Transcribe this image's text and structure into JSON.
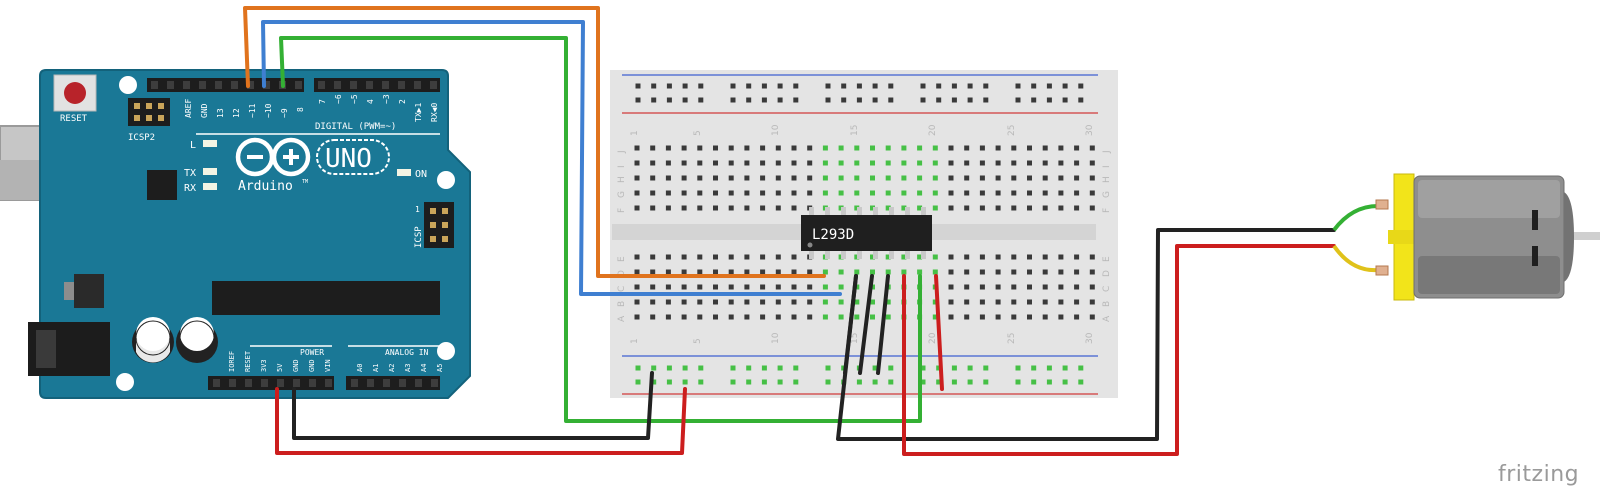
{
  "arduino": {
    "brand": "Arduino",
    "trademark": "TM",
    "model": "UNO",
    "reset_label": "RESET",
    "icsp2_label": "ICSP2",
    "icsp_label": "ICSP",
    "icsp_pin1": "1",
    "digital_label": "DIGITAL (PWM=~)",
    "power_label": "POWER",
    "analog_label": "ANALOG IN",
    "led_l": "L",
    "led_tx": "TX",
    "led_rx": "RX",
    "led_on": "ON",
    "digital_pins": [
      "AREF",
      "GND",
      "13",
      "12",
      "~11",
      "~10",
      "~9",
      "8",
      "7",
      "~6",
      "~5",
      "4",
      "~3",
      "2",
      "TX▶1",
      "RX◀0"
    ],
    "power_pins": [
      "IOREF",
      "RESET",
      "3V3",
      "5V",
      "GND",
      "GND",
      "VIN"
    ],
    "analog_pins": [
      "A0",
      "A1",
      "A2",
      "A3",
      "A4",
      "A5"
    ]
  },
  "breadboard": {
    "column_numbers": [
      "1",
      "5",
      "10",
      "15",
      "20",
      "25",
      "30"
    ],
    "top_rows": [
      "J",
      "I",
      "H",
      "G",
      "F"
    ],
    "bottom_rows": [
      "E",
      "D",
      "C",
      "B",
      "A"
    ]
  },
  "chip": {
    "label": "L293D"
  },
  "motor": {
    "type": "DC motor"
  },
  "wires": [
    {
      "from": "pin ~11",
      "to": "L293D input 1",
      "color": "#e0731d"
    },
    {
      "from": "pin ~10",
      "to": "L293D input 2",
      "color": "#3f7fd1"
    },
    {
      "from": "pin ~9",
      "to": "L293D enable 1",
      "color": "#34b034"
    },
    {
      "from": "5V",
      "to": "power rail +",
      "color": "#cc1e1e"
    },
    {
      "from": "GND",
      "to": "power rail -",
      "color": "#222222"
    },
    {
      "from": "L293D output 1",
      "to": "motor +",
      "color": "#cc1e1e"
    },
    {
      "from": "L293D output 2",
      "to": "motor -",
      "color": "#222222"
    }
  ],
  "colors": {
    "board": "#1a7896",
    "wire_orange": "#e0731d",
    "wire_blue": "#3f7fd1",
    "wire_green": "#34b034",
    "wire_red": "#cc1e1e",
    "wire_black": "#222222",
    "motor_yellow": "#f2e41a"
  },
  "brand_label": "fritzing"
}
